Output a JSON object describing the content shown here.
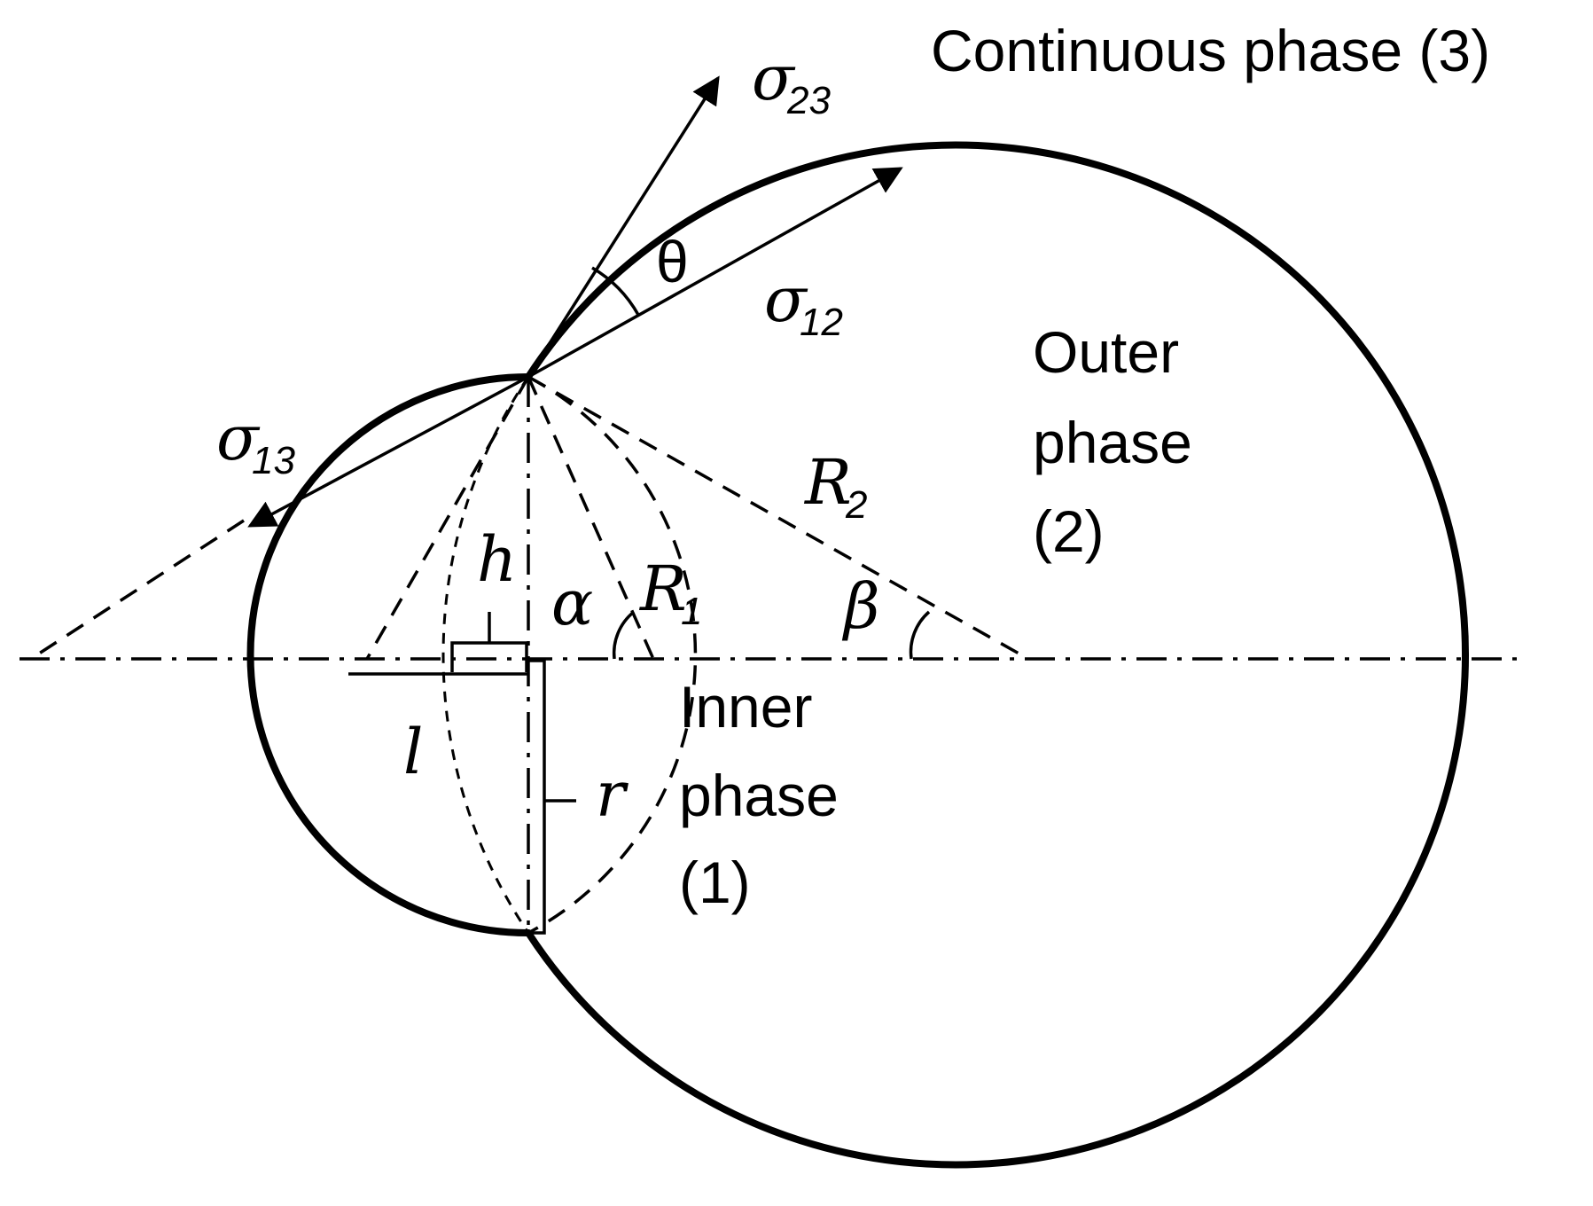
{
  "regions": {
    "continuous": "Continuous phase (3)",
    "outer_line1": "Outer",
    "outer_line2": "phase",
    "outer_line3": "(2)",
    "inner_line1": "Inner",
    "inner_line2": "phase",
    "inner_line3": "(1)"
  },
  "tensions": {
    "t23_symbol": "σ",
    "t23_sub": "23",
    "t12_symbol": "σ",
    "t12_sub": "12",
    "t13_symbol": "σ",
    "t13_sub": "13"
  },
  "geometry_labels": {
    "theta": "θ",
    "alpha": "α",
    "beta": "β",
    "h": "h",
    "l": "l",
    "r": "r",
    "r1_symbol": "R",
    "r1_sub": "1",
    "r2_symbol": "R",
    "r2_sub": "2"
  }
}
